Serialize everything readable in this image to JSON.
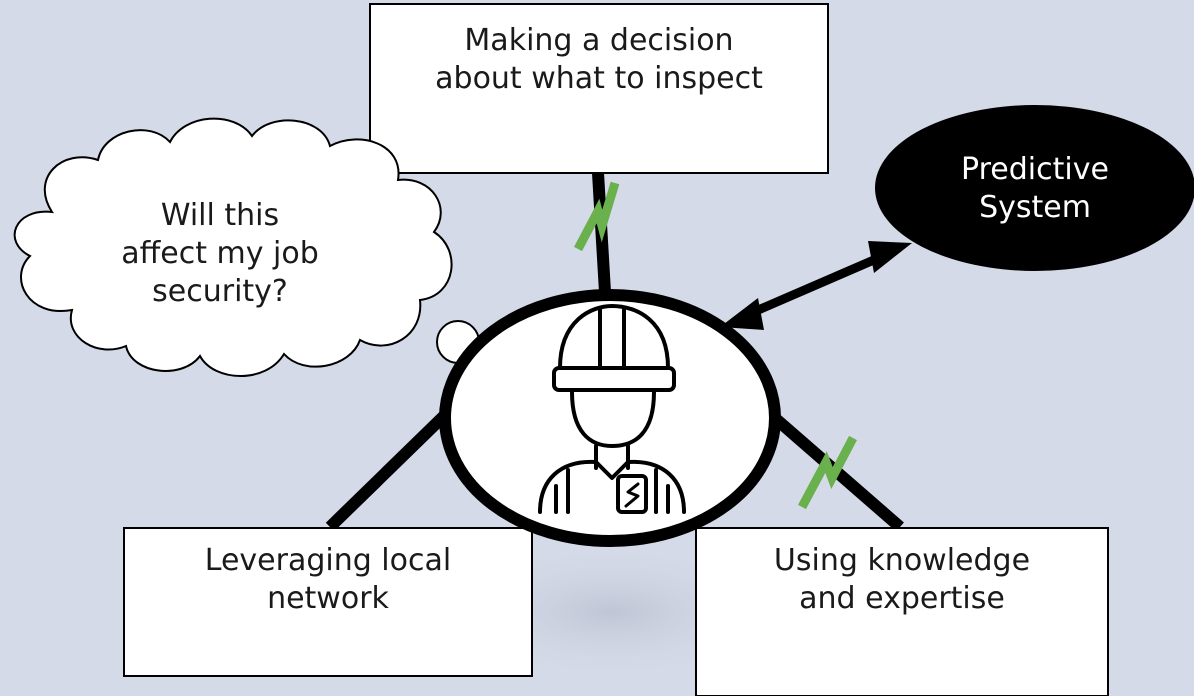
{
  "diagram": {
    "boxes": {
      "decision": {
        "lines": [
          "Making a decision",
          "about what to inspect"
        ]
      },
      "network": {
        "lines": [
          "Leveraging local",
          "network"
        ]
      },
      "knowledge": {
        "lines": [
          "Using knowledge",
          "and expertise"
        ]
      }
    },
    "system": {
      "lines": [
        "Predictive",
        "System"
      ]
    },
    "thought": {
      "lines": [
        "Will this",
        "affect my job",
        "security?"
      ]
    },
    "center": {
      "icon": "construction-worker-icon"
    },
    "connector_icon": "lightning-break-icon",
    "colors": {
      "background": "#d4dae8",
      "box_fill": "#ffffff",
      "line": "#000000",
      "break_mark": "#6ab04c",
      "system_fill": "#000000",
      "system_text": "#ffffff"
    }
  }
}
